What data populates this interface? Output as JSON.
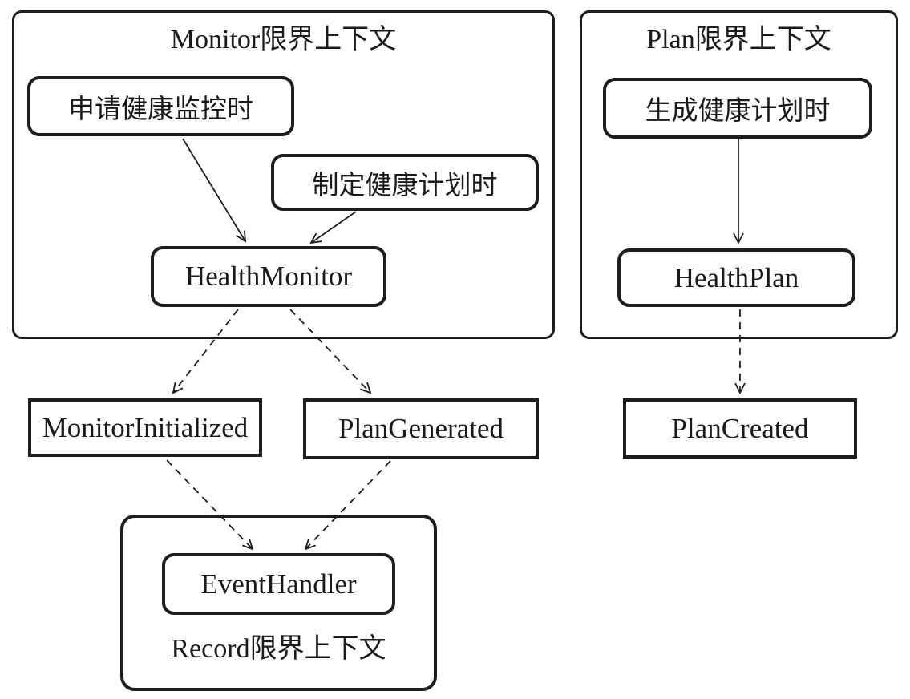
{
  "containers": {
    "monitor": {
      "title": "Monitor限界上下文"
    },
    "plan": {
      "title": "Plan限界上下文"
    },
    "record": {
      "title": "Record限界上下文"
    }
  },
  "nodes": {
    "apply_health_monitoring": "申请健康监控时",
    "make_health_plan": "制定健康计划时",
    "health_monitor": "HealthMonitor",
    "generate_health_plan": "生成健康计划时",
    "health_plan": "HealthPlan",
    "monitor_initialized": "MonitorInitialized",
    "plan_generated": "PlanGenerated",
    "plan_created": "PlanCreated",
    "event_handler": "EventHandler"
  },
  "edges": [
    {
      "from": "申请健康监控时",
      "to": "HealthMonitor",
      "style": "solid"
    },
    {
      "from": "制定健康计划时",
      "to": "HealthMonitor",
      "style": "solid"
    },
    {
      "from": "生成健康计划时",
      "to": "HealthPlan",
      "style": "solid"
    },
    {
      "from": "HealthMonitor",
      "to": "MonitorInitialized",
      "style": "dashed"
    },
    {
      "from": "HealthMonitor",
      "to": "PlanGenerated",
      "style": "dashed"
    },
    {
      "from": "HealthPlan",
      "to": "PlanCreated",
      "style": "dashed"
    },
    {
      "from": "MonitorInitialized",
      "to": "EventHandler",
      "style": "dashed"
    },
    {
      "from": "PlanGenerated",
      "to": "EventHandler",
      "style": "dashed"
    }
  ],
  "colors": {
    "stroke": "#1d1d1d",
    "text": "#1a1a1a",
    "background": "#ffffff"
  }
}
